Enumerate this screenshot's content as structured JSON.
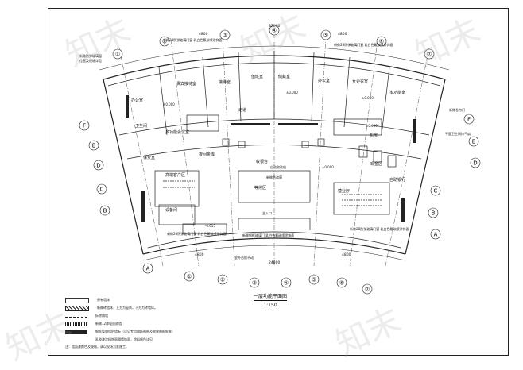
{
  "drawing": {
    "title": "一层功能平面图",
    "scale": "1:150"
  },
  "grid_axes": {
    "radial_top": [
      "①",
      "②",
      "③",
      "④",
      "⑤",
      "⑥",
      "⑦"
    ],
    "radial_bottom": [
      "①",
      "②",
      "③",
      "④",
      "⑤",
      "⑥",
      "⑦"
    ],
    "left_letters": [
      "F",
      "E",
      "D",
      "C",
      "B",
      "A"
    ],
    "right_letters": [
      "F",
      "E",
      "D",
      "C",
      "B",
      "A"
    ]
  },
  "rooms": {
    "conference": "多功能会议室",
    "grand_hall": "贵宾接待室",
    "reception": "接待室",
    "office1": "办公室",
    "office2": "办公室",
    "female_locker": "女更衣室",
    "multi_office": "多功能室",
    "duty": "值班室",
    "storage": "储藏室",
    "cashier": "收银台",
    "lobby": "营业厅",
    "atm_area": "自助银行",
    "vault_room": "高端客户区",
    "cash_area": "现金区",
    "waiting": "等候区",
    "equip": "设备间",
    "night_safe": "夜间金库",
    "security": "保安室",
    "toilet": "卫生间",
    "server": "机房",
    "corridor": "走道"
  },
  "annotations": {
    "door_top_left": "新做2B防弹玻璃门窗 乳白色氟碳喷涂饰面",
    "door_top_right": "新做2B防弹玻璃门窗 乳白色氟碳喷涂饰面",
    "door_bottom_left": "新做2B防弹玻璃门窗 乳白色氟碳喷涂饰面",
    "door_bottom_mid": "新做钢框玻璃门 乳白色氟碳喷涂饰面",
    "door_bottom_right": "新做2B防弹玻璃门窗 乳白色氟碳喷涂饰面",
    "window_sign": "新做防盗窗",
    "atm_sign": "自动取款机",
    "entrance": "主入口",
    "bottom_dim": "室外台阶不动",
    "level_1": "±0.000",
    "level_2": "±0.000",
    "level_3": "±0.000",
    "level_4": "±0.000",
    "level_5": "-0.015",
    "level_6": "±0.000",
    "left_note": "新做防弹玻璃窗",
    "left_note2": "位置及规格详见",
    "right_note": "新做卷帘门",
    "right_note2": "平面卫生间排气扇"
  },
  "dimensions": {
    "top_total": "32000",
    "bottom_total": "24800",
    "top_a": "4800",
    "top_b": "4800",
    "bot_a": "4800",
    "bot_b": "4800"
  },
  "legend": [
    {
      "swatch": "sw1",
      "text": "原有墙体"
    },
    {
      "swatch": "sw2",
      "text": "新做砖墙体，上方为轻质，下方为砖墙体。"
    },
    {
      "swatch": "sw3",
      "text": "拆除隔墙"
    },
    {
      "swatch": "sw4",
      "text": "新做12厚轻质隔墙"
    },
    {
      "swatch": "sw5",
      "text": "钢框架隔墙护墙板（详见专用隔断图纸及效果图报批准）"
    }
  ],
  "legend_extra": "乳胶漆涂料饰面隔墙饰面，涂料颜色详见",
  "footnote": "注：墙面漆颜色及规格，请以现场为准施工。",
  "watermark": "知末"
}
